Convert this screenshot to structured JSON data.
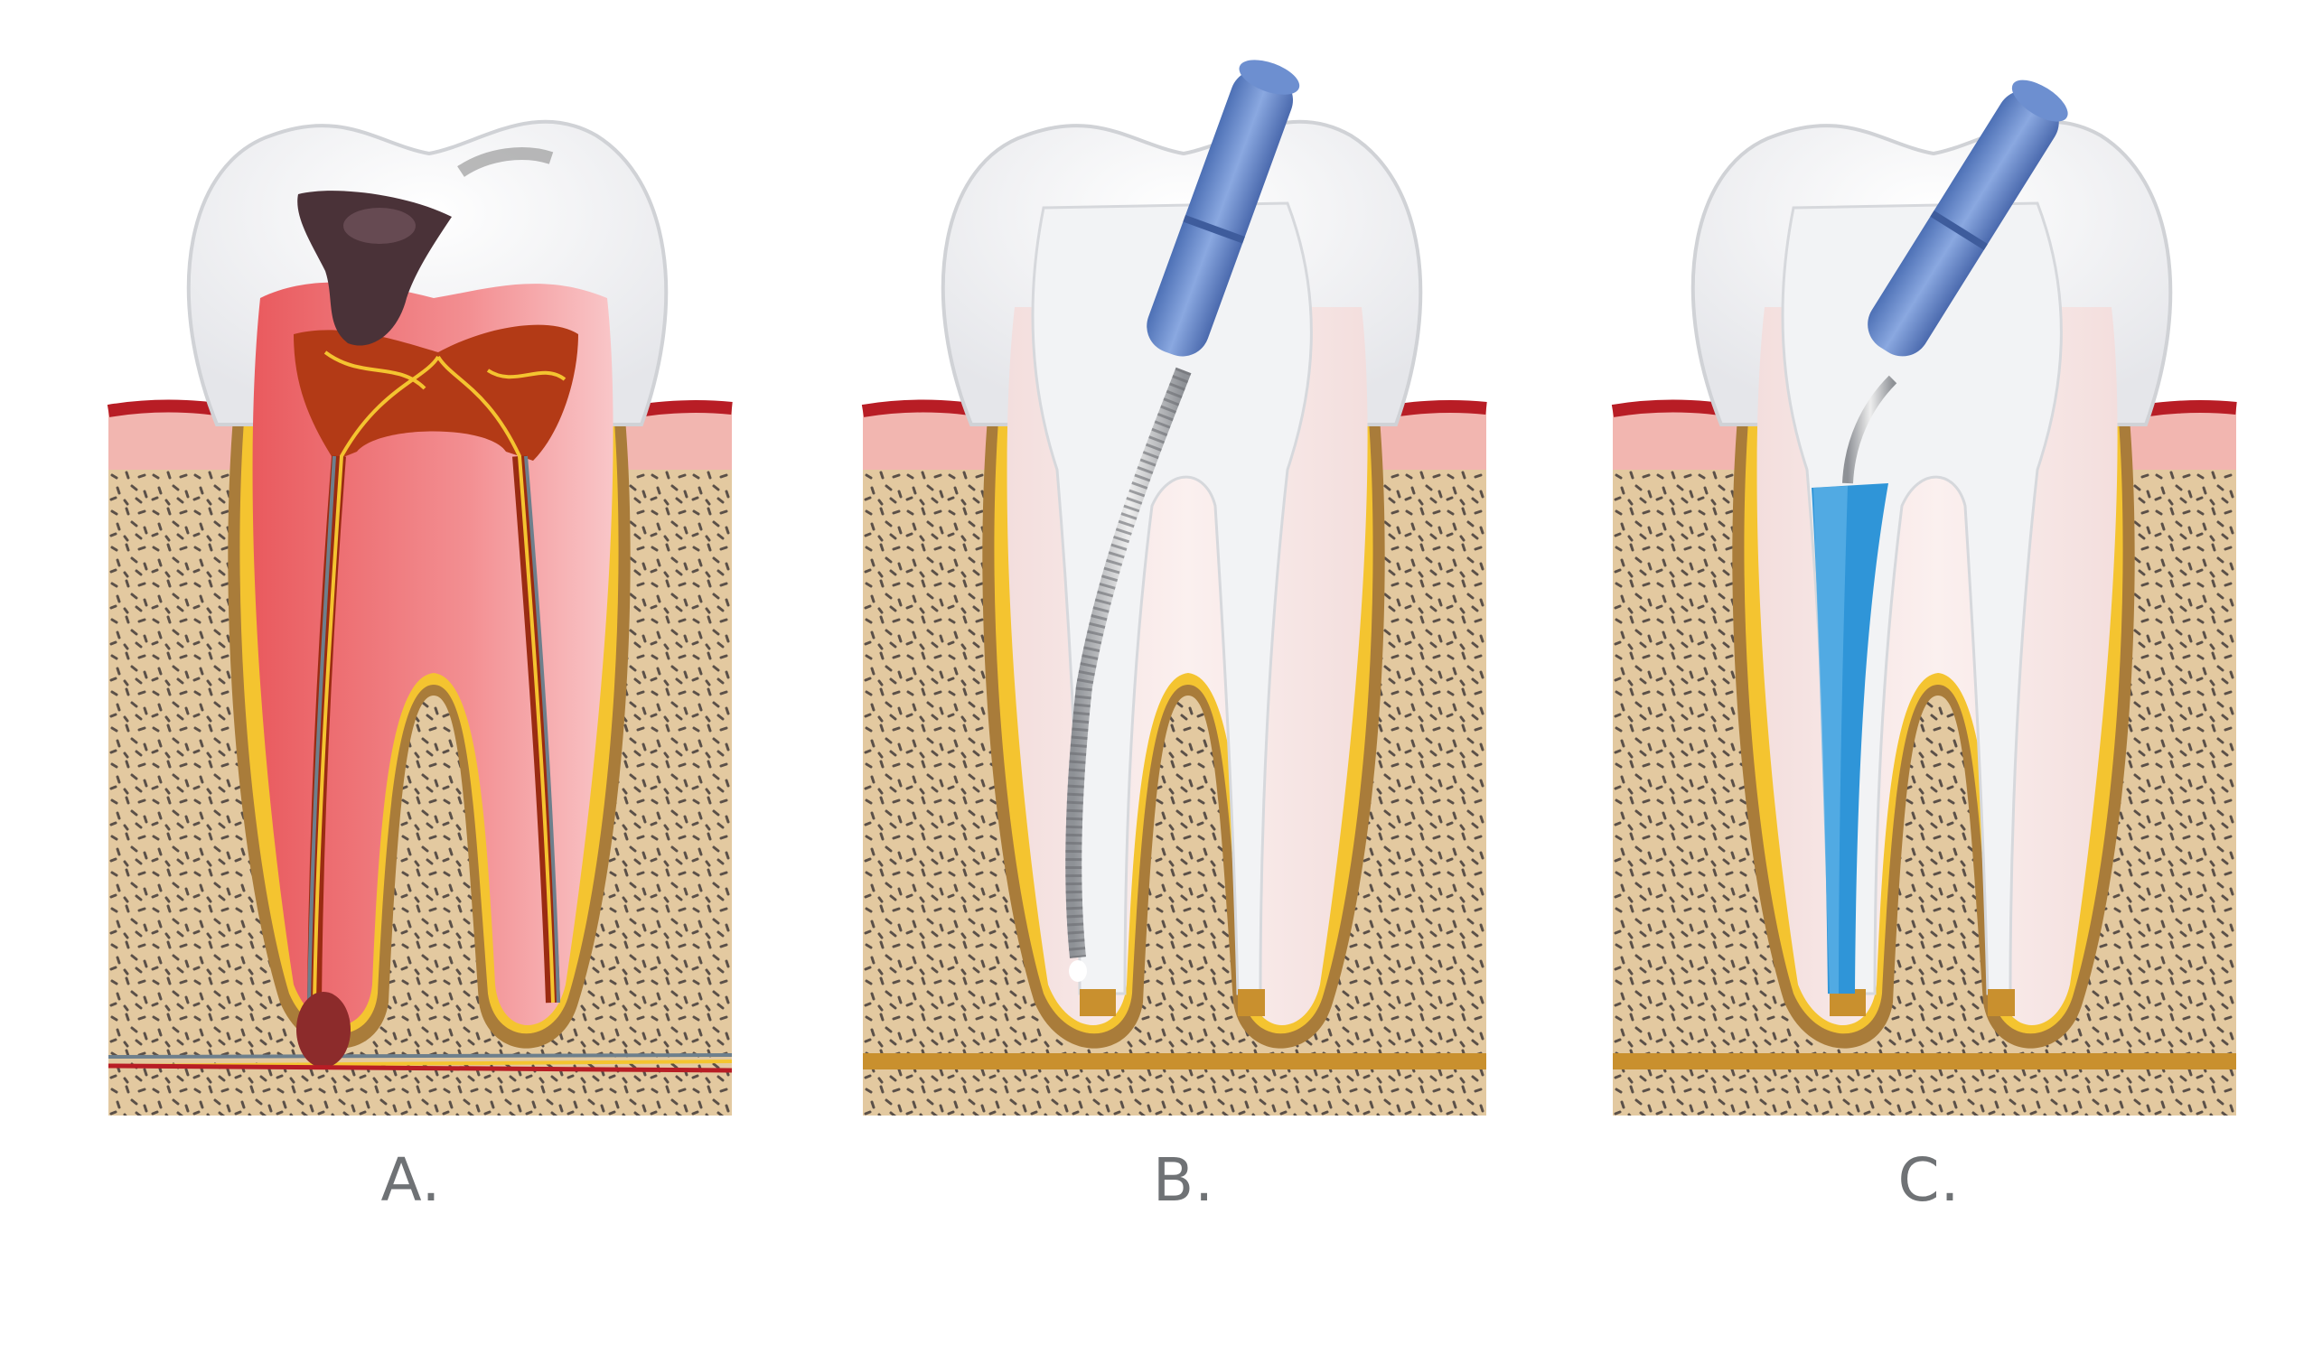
{
  "panels": [
    {
      "label": "A.",
      "stage": "infected-pulp"
    },
    {
      "label": "B.",
      "stage": "canal-cleaning"
    },
    {
      "label": "C.",
      "stage": "canal-filling"
    }
  ],
  "colors": {
    "bone": "#e3c9a0",
    "bone_dots": "#5b5048",
    "gum": "#f2b6b0",
    "gum_edge": "#b81d25",
    "enamel": "#f6f6f7",
    "dentin_infected": "#f07a7d",
    "pulp_infected": "#b33a16",
    "decay": "#4a3238",
    "periodontal": "#a97c3a",
    "nerve": "#f4c430",
    "instrument": "#6d8fd0",
    "filler": "#2f95d8"
  }
}
